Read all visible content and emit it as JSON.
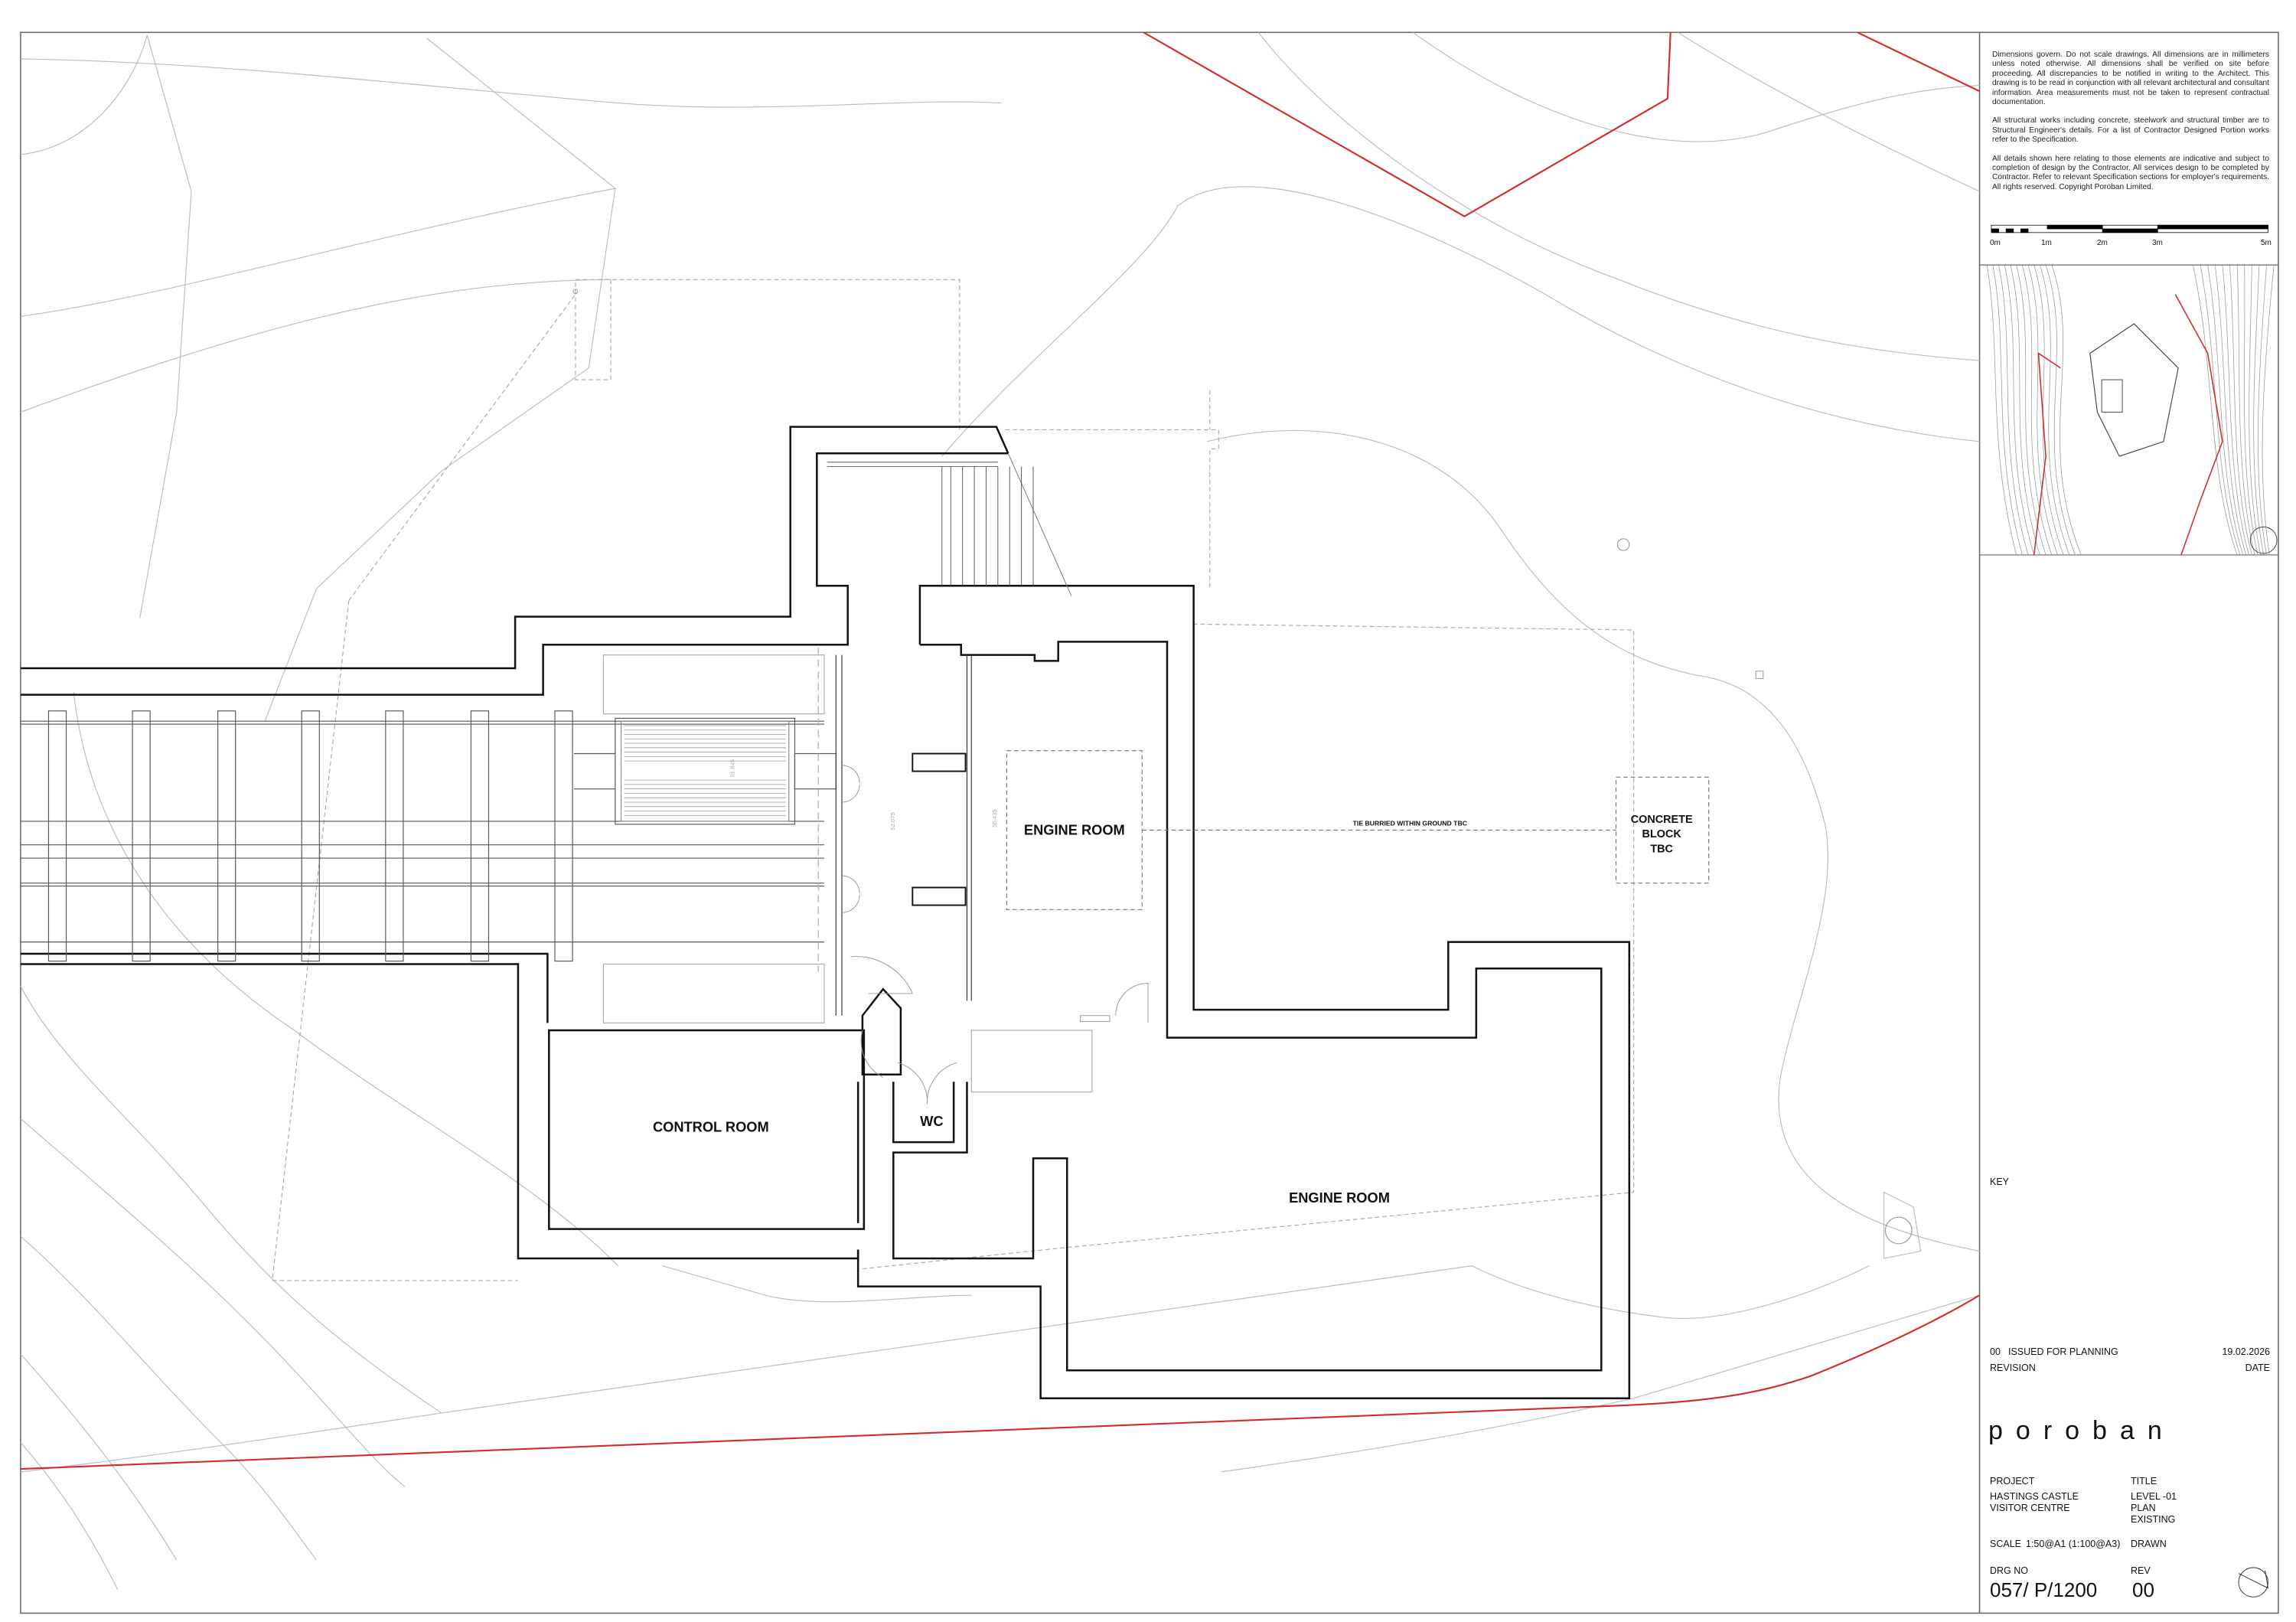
{
  "drawing": {
    "rooms": {
      "control_room": "CONTROL ROOM",
      "engine_room_upper": "ENGINE ROOM",
      "engine_room_lower": "ENGINE ROOM",
      "wc": "WC",
      "concrete_block": [
        "CONCRETE",
        "BLOCK",
        "TBC"
      ]
    },
    "annotations": {
      "tie": "TIE BURRIED WITHIN GROUND TBC"
    },
    "levels": [
      "51.845",
      "52.075",
      "50.435"
    ],
    "colors": {
      "boundary": "#d42a2a",
      "wall": "#111111",
      "contour": "#b4b4b4"
    }
  },
  "title_block": {
    "notes": [
      "Dimensions govern. Do not scale drawings. All dimensions are in millimeters unless noted otherwise. All dimensions shall be verified on site before proceeding. All discrepancies to be notified in writing to the Architect. This drawing is to be read in conjunction with all relevant architectural and consultant information. Area measurements must not be taken to represent contractual documentation.",
      "All structural works including concrete, steelwork and structural timber are to Structural Engineer's details.  For a list of Contractor Designed Portion works refer to the Specification.",
      "All details shown here relating to those elements are indicative and subject to completion of design by the Contractor.  All services design to be completed by Contractor. Refer to relevant Specification sections for employer's requirements. All rights reserved. Copyright Poroban Limited."
    ],
    "scale_bar": [
      "0m",
      "1m",
      "2m",
      "3m",
      "5m"
    ],
    "key_label": "KEY",
    "revision": {
      "code": "00",
      "description": "ISSUED FOR PLANNING",
      "date": "19.02.2026",
      "revision_label": "REVISION",
      "date_label": "DATE"
    },
    "logo": "poroban",
    "project_label": "PROJECT",
    "project": [
      "HASTINGS CASTLE",
      "VISITOR CENTRE"
    ],
    "title_label": "TITLE",
    "title": [
      "LEVEL -01",
      "PLAN",
      "EXISTING"
    ],
    "scale_label": "SCALE",
    "scale": "1:50@A1 (1:100@A3)",
    "drawn_label": "DRAWN",
    "drg_no_label": "DRG NO",
    "drg_no": "057/ P/1200",
    "rev_label": "REV",
    "rev": "00"
  }
}
